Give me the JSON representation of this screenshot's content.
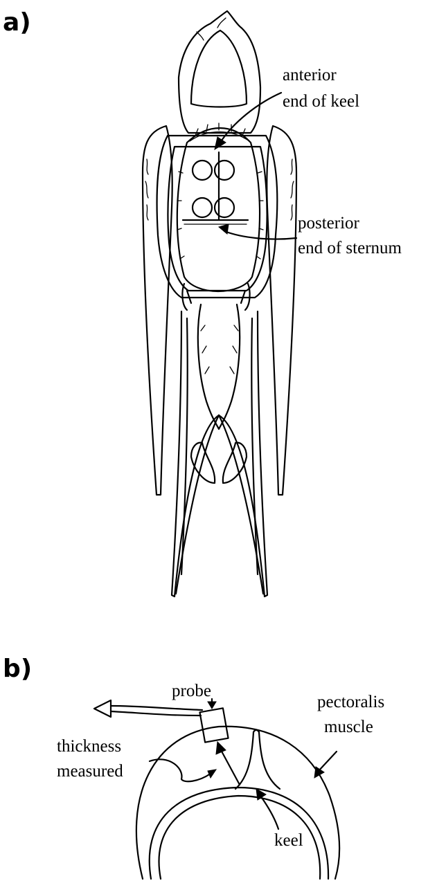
{
  "panels": [
    {
      "label": "a)",
      "annotations": [
        {
          "lines": [
            "anterior",
            "end of keel"
          ]
        },
        {
          "lines": [
            "posterior",
            "end of sternum"
          ]
        }
      ]
    },
    {
      "label": "b)",
      "annotations": [
        {
          "lines": [
            "probe"
          ]
        },
        {
          "lines": [
            "pectoralis",
            "muscle"
          ]
        },
        {
          "lines": [
            "thickness",
            "measured"
          ]
        },
        {
          "lines": [
            "keel"
          ]
        }
      ]
    }
  ]
}
